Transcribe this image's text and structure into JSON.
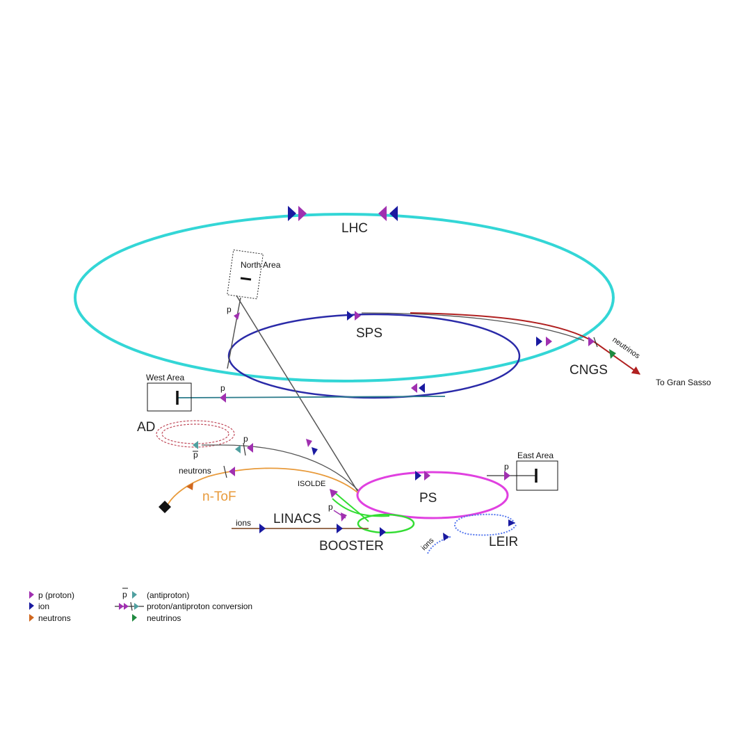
{
  "labels": {
    "lhc": "LHC",
    "sps": "SPS",
    "ps": "PS",
    "booster": "BOOSTER",
    "linacs": "LINACS",
    "leir": "LEIR",
    "ad": "AD",
    "ntof": "n-ToF",
    "cngs": "CNGS",
    "isolde": "ISOLDE",
    "north_area": "North Area",
    "west_area": "West Area",
    "east_area": "East Area",
    "to_gran_sasso": "To Gran Sasso",
    "neutrinos_beam": "neutrinos",
    "neutrons_beam": "neutrons",
    "ions_linac": "ions",
    "ions_leir": "ions",
    "p_north": "p",
    "p_west": "p",
    "p_east": "p",
    "p_booster": "p",
    "p_ad": "p",
    "pbar_ad": "p"
  },
  "legend": {
    "col1": [
      {
        "icon": "proton-triangle-icon",
        "label": "p (proton)"
      },
      {
        "icon": "ion-triangle-icon",
        "label": "ion"
      },
      {
        "icon": "neutron-triangle-icon",
        "label": "neutrons"
      }
    ],
    "col2": [
      {
        "icon": "antiproton-icon",
        "label": "(antiproton)"
      },
      {
        "icon": "conversion-icon",
        "label": "proton/antiproton conversion"
      },
      {
        "icon": "neutrino-triangle-icon",
        "label": "neutrinos"
      }
    ],
    "pbar_symbol": "p"
  },
  "colors": {
    "lhc": "#33d6d6",
    "sps": "#2a2aa8",
    "ps": "#e040e0",
    "booster": "#33dd33",
    "leir": "#5577ee",
    "ad": "#c04a5a",
    "ntof": "#e89a3a",
    "cngs": "#b02020",
    "proton": "#a030b0",
    "ion": "#1a1aa0",
    "neutron": "#d06820",
    "neutrino": "#208a40",
    "antiproton": "#50a0a0",
    "beamline": "#555555"
  }
}
